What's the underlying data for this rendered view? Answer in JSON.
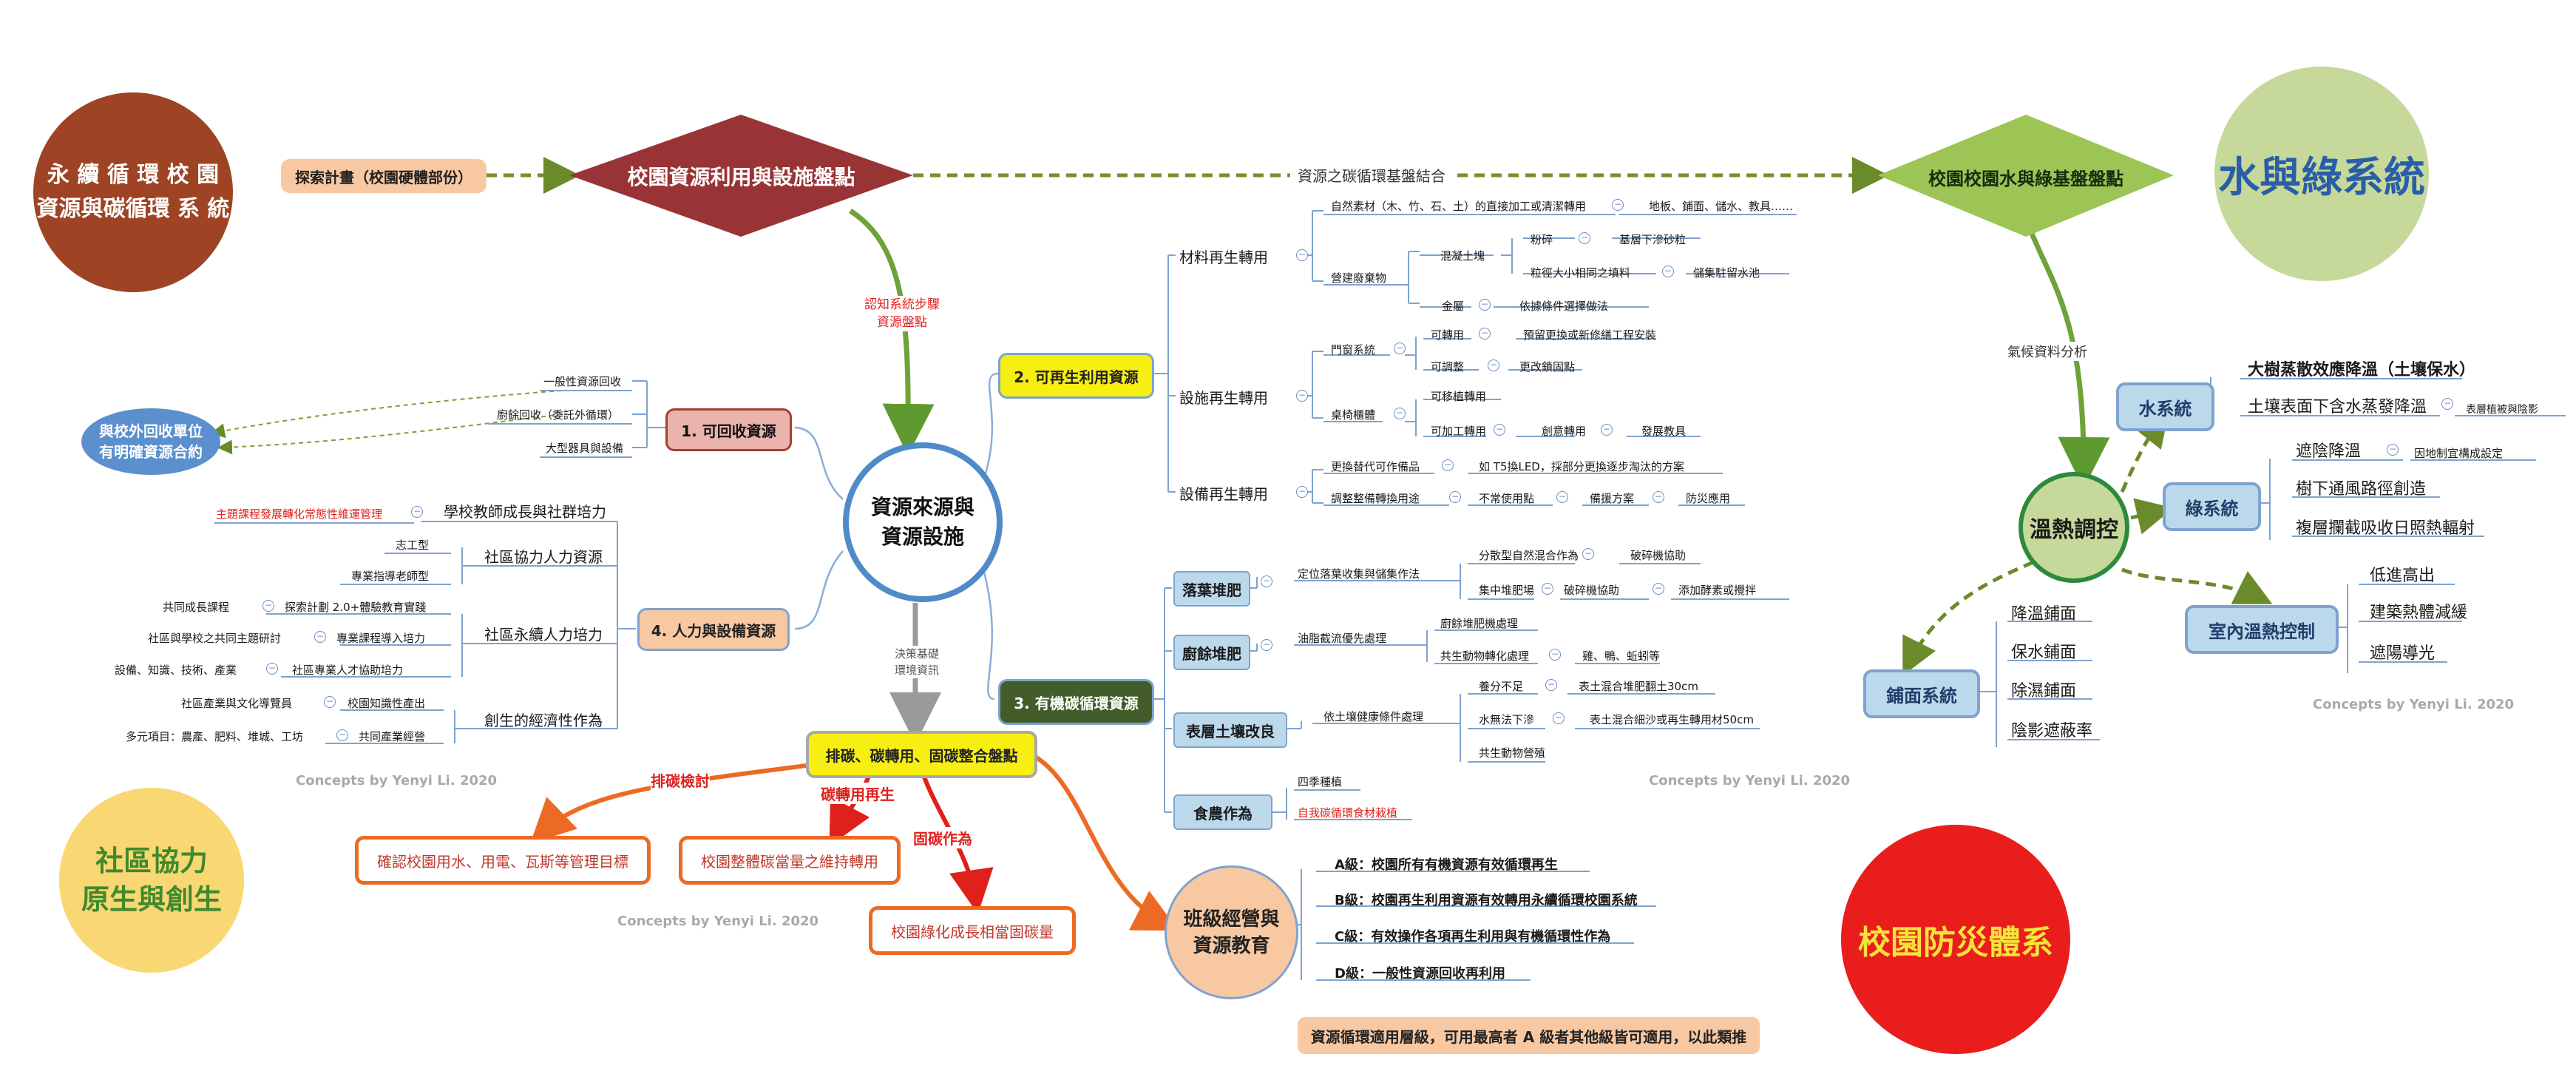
{
  "corners": {
    "top_left": "永 續 循 環 校 園\n資源與碳循環 系 統",
    "top_right": "水與綠系統",
    "bottom_left": "社區協力\n原生與創生",
    "bottom_right": "校園防災體系"
  },
  "top_flow": {
    "explore": "探索計畫（校園硬體部份）",
    "resource_diamond": "校園資源利用與設施盤點",
    "mid_label": "資源之碳循環基盤結合",
    "water_diamond": "校園校園水與綠基盤盤點"
  },
  "center": {
    "node": "資源來源與\n資源設施",
    "top_arrow_label": "認知系統步驟\n資源盤點",
    "bottom_arrow_label": "決策基礎\n環境資訊"
  },
  "left": {
    "external": "與校外回收單位\n有明確資源合約",
    "b1_title": "1. 可回收資源",
    "b1_items": [
      "一般性資源回收",
      "廚餘回收（委託外循環）",
      "大型器具與設備"
    ],
    "b4_title": "4. 人力與設備資源",
    "teacher_red": "主題課程發展轉化常態性維運管理",
    "teacher": "學校教師成長與社群培力",
    "community_hr": "社區協力人力資源",
    "volunteer": "志工型",
    "mentor": "專業指導老師型",
    "sustain_hr": "社區永續人力培力",
    "co_course": "共同成長課程",
    "plan2": "探索計劃 2.0+體驗教育實踐",
    "co_research": "社區與學校之共同主題研討",
    "pro_import": "專業課程導入培力",
    "skills": "設備、知識、技術、產業",
    "pro_talent": "社區專業人才協助培力",
    "econ": "創生的經濟性作為",
    "culture_guide": "社區產業與文化導覽員",
    "campus_know": "校園知識性產出",
    "multi": "多元項目：農產、肥料、堆城、工坊",
    "industry": "共同產業經營"
  },
  "right_middle": {
    "b2_title": "2. 可再生利用資源",
    "material": "材料再生轉用",
    "natural": "自然素材（木、竹、石、土）的直接加工或清潔轉用",
    "natural_use": "地板、鋪面、儲水、教具……",
    "construction_waste": "營建廢棄物",
    "concrete": "混凝土塊",
    "crush": "粉碎",
    "base_gravel": "基層下滲砂粒",
    "fill": "粒徑大小相同之填料",
    "storage_pond": "儲集駐留水池",
    "metal": "金屬",
    "metal_rule": "依據條件選擇做法",
    "facility": "設施再生轉用",
    "door": "門窗系統",
    "reusable": "可轉用",
    "reserve": "預留更換或新修繕工程安裝",
    "adjustable": "可調整",
    "adjust_hw": "更改鎖固點",
    "desk": "桌椅櫃體",
    "movable": "可移植轉用",
    "processable": "可加工轉用",
    "creative": "創意轉用",
    "teaching_aid": "發展教具",
    "equipment": "設備再生轉用",
    "replace_parts": "更換替代可作備品",
    "led": "如 T5換LED，採部分更換逐步淘汰的方案",
    "adjust_equip": "調整整備轉換用途",
    "idle": "不常使用點",
    "backup": "備援方案",
    "flood": "防災應用",
    "b3_title": "3. 有機碳循環資源",
    "leaf_compost": "落葉堆肥",
    "fixed_collect": "定位落葉收集與儲集作法",
    "dispersed": "分散型自然混合作為",
    "shred1": "破碎機協助",
    "centralized": "集中堆肥場",
    "shred2": "破碎機協助",
    "enzyme": "添加酵素或攪拌",
    "food_compost": "廚餘堆肥",
    "oil_first": "油脂截流優先處理",
    "food_machine": "廚餘堆肥機處理",
    "coexist": "共生動物轉化處理",
    "animals": "雞、鴨、蚯蚓等",
    "soil": "表層土壤改良",
    "soil_cond": "依土壤健康條件處理",
    "nutrient": "養分不足",
    "mix30": "表土混合堆肥翻土30cm",
    "poor_drain": "水無法下滲",
    "mix50": "表土混合細沙或再生轉用材50cm",
    "coexist_nurture": "共生動物營殖",
    "food_crop": "食農作為",
    "seasons": "四季種植",
    "self_cycle": "自我碳循環食材栽植"
  },
  "bottom": {
    "carbon_box": "排碳、碳轉用、固碳整合盤點",
    "emission_check": "排碳檢討",
    "conversion": "碳轉用再生",
    "fixation": "固碳作為",
    "target1": "確認校園用水、用電、瓦斯等管理目標",
    "target2": "校園整體碳當量之維持轉用",
    "target3": "校園綠化成長相當固碳量",
    "class_node": "班級經營與\n資源教育",
    "levels": [
      "A級：校園所有有機資源有效循環再生",
      "B級：校園再生利用資源有效轉用永續循環校園系統",
      "C級：有效操作各項再生利用與有機循環性作為",
      "D級：一般性資源回收再利用"
    ],
    "note": "資源循環適用層級，可用最高者 A 級者其他級皆可適用，以此類推"
  },
  "right": {
    "climate_label": "氣候資料分析",
    "thermal": "溫熱調控",
    "water_sys": "水系統",
    "water1": "大樹蒸散效應降溫（土壤保水）",
    "water2": "土壤表面下含水蒸發降溫",
    "water2_sub": "表層植被與陰影",
    "green_sys": "綠系統",
    "green1": "遮陰降溫",
    "green1_sub": "因地制宜構成設定",
    "green2": "樹下通風路徑創造",
    "green3": "複層攔截吸收日照熱輻射",
    "indoor": "室內溫熱控制",
    "indoor1": "低進高出",
    "indoor2": "建築熱體減緩",
    "indoor3": "遮陽導光",
    "paving": "鋪面系統",
    "pave1": "降溫鋪面",
    "pave2": "保水鋪面",
    "pave3": "除濕鋪面",
    "pave4": "陰影遮蔽率"
  },
  "watermark": "Concepts by Yenyi Li. 2020",
  "colors": {
    "brown": "#9e4425",
    "green_circle": "#c6d99b",
    "yellow_circle": "#f9d773",
    "red_circle": "#ea1d1d",
    "diamond_red": "#993436",
    "diamond_green": "#9cc556",
    "center_border": "#4f8ac9",
    "blue_box": "#bcd9ec",
    "orange": "#ec6a23",
    "dark_green": "#425d2a"
  }
}
